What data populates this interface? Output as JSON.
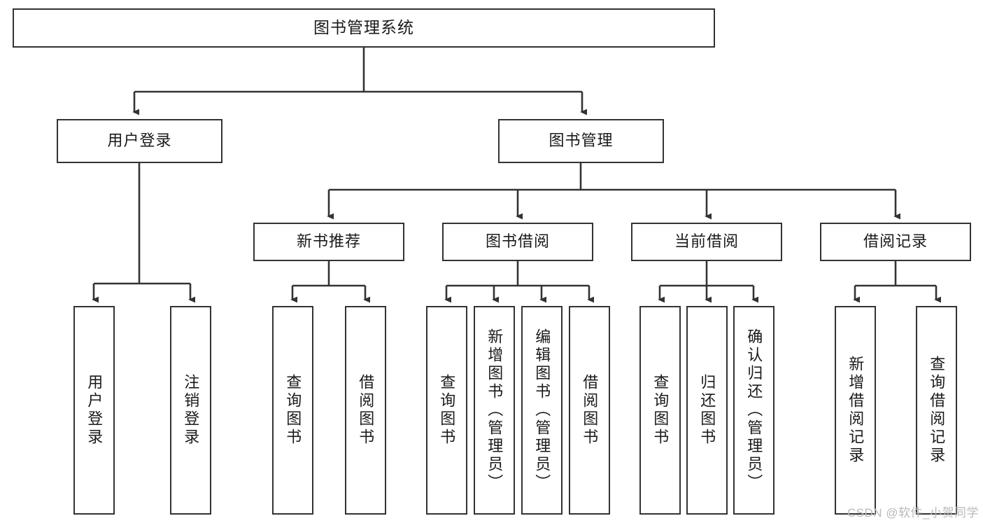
{
  "diagram": {
    "title": "图书管理系统",
    "type": "hierarchy-tree",
    "orientation": "top-down",
    "colors": {
      "box_border": "#333333",
      "box_fill": "#ffffff",
      "connector": "#333333",
      "text": "#1a1a1a",
      "watermark": "#b9b9b9"
    },
    "root": {
      "label": "图书管理系统"
    },
    "level2": [
      {
        "label": "用户登录"
      },
      {
        "label": "图书管理"
      }
    ],
    "level3": [
      {
        "label": "新书推荐"
      },
      {
        "label": "图书借阅"
      },
      {
        "label": "当前借阅"
      },
      {
        "label": "借阅记录"
      }
    ],
    "leaves": {
      "user_login": [
        {
          "label": "用户登录"
        },
        {
          "label": "注销登录"
        }
      ],
      "new_book_recommend": [
        {
          "label": "查询图书"
        },
        {
          "label": "借阅图书"
        }
      ],
      "book_borrow": [
        {
          "label": "查询图书"
        },
        {
          "label": "新增图书（管理员）"
        },
        {
          "label": "编辑图书（管理员）"
        },
        {
          "label": "借阅图书"
        }
      ],
      "current_borrow": [
        {
          "label": "查询图书"
        },
        {
          "label": "归还图书"
        },
        {
          "label": "确认归还（管理员）"
        }
      ],
      "borrow_record": [
        {
          "label": "新增借阅记录"
        },
        {
          "label": "查询借阅记录"
        }
      ]
    }
  },
  "watermark": {
    "text": "CSDN @软件_小贺同学"
  }
}
